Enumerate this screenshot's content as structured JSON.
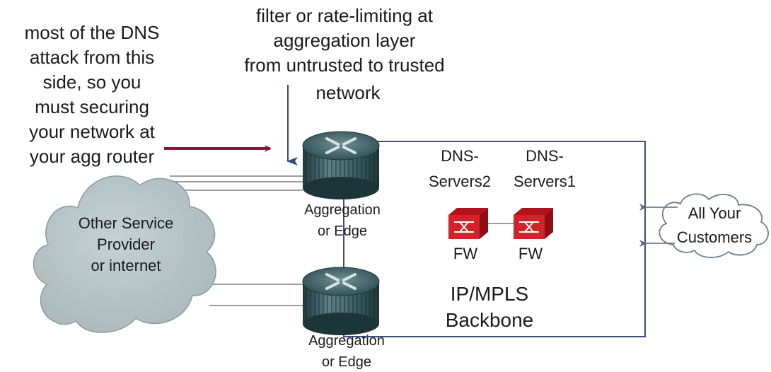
{
  "annotations": {
    "left_note": [
      "most of the DNS",
      "attack from this",
      "side, so you",
      "must securing",
      "your network at",
      "your agg router"
    ],
    "top_note": [
      "filter or rate-limiting at",
      "aggregation layer",
      "from untrusted to trusted",
      "network"
    ]
  },
  "nodes": {
    "cloud_provider": [
      "Other Service",
      "Provider",
      "or internet"
    ],
    "router_top": [
      "Aggregation",
      "or Edge"
    ],
    "router_bottom": [
      "Aggregation",
      "or Edge"
    ],
    "dns_servers_2": [
      "DNS-",
      "Servers2"
    ],
    "dns_servers_1": [
      "DNS-",
      "Servers1"
    ],
    "firewall_1": "FW",
    "firewall_2": "FW",
    "backbone": [
      "IP/MPLS",
      "Backbone"
    ],
    "customers": [
      "All Your",
      "Customers"
    ]
  },
  "colors": {
    "arrow_maroon": "#8a1538",
    "arrow_blue": "#2f4a7a",
    "backbone_border": "#3d4f7a",
    "firewall_red": "#d3222a",
    "cloud_fill": "#b9c6c8",
    "router_dark": "#2c4d52"
  }
}
